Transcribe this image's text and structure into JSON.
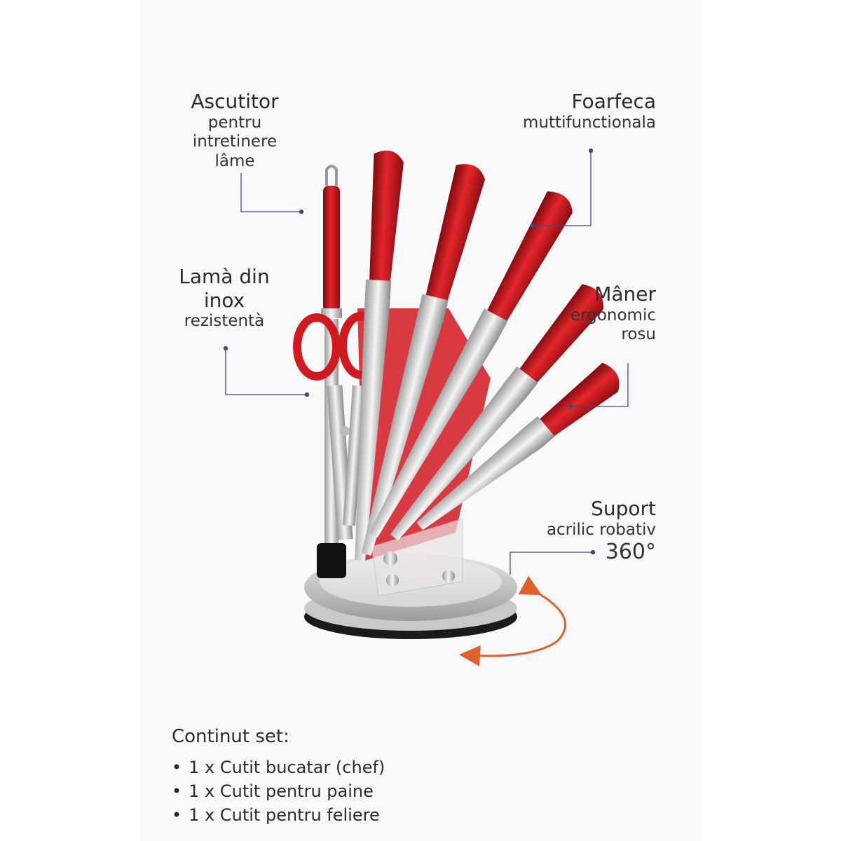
{
  "labels": {
    "sharpener": {
      "title": "Ascutitor",
      "line2": "pentru intretinere",
      "line3": "lâme"
    },
    "scissors": {
      "title": "Foarfeca",
      "line2": "muttifunctionala"
    },
    "blade": {
      "line1": "Lamà din",
      "line2": "inox",
      "line3": "rezistentà"
    },
    "handle": {
      "title": "Mâner",
      "line2": "ergonomic",
      "line3": "rosu"
    },
    "stand": {
      "title": "Suport",
      "line2": "acrilic robativ",
      "line3": "360°"
    }
  },
  "contents": {
    "heading": "Continut set:",
    "items": [
      "1 x Cutit bucatar (chef)",
      "1 x Cutit pentru paine",
      "1 x Cutit pentru feliere"
    ]
  },
  "colors": {
    "accent_red": "#c8141a",
    "leader_line": "#3c4a7a",
    "rotate_arrow": "#e0622a",
    "panel_bg": "#f9f8fa"
  }
}
